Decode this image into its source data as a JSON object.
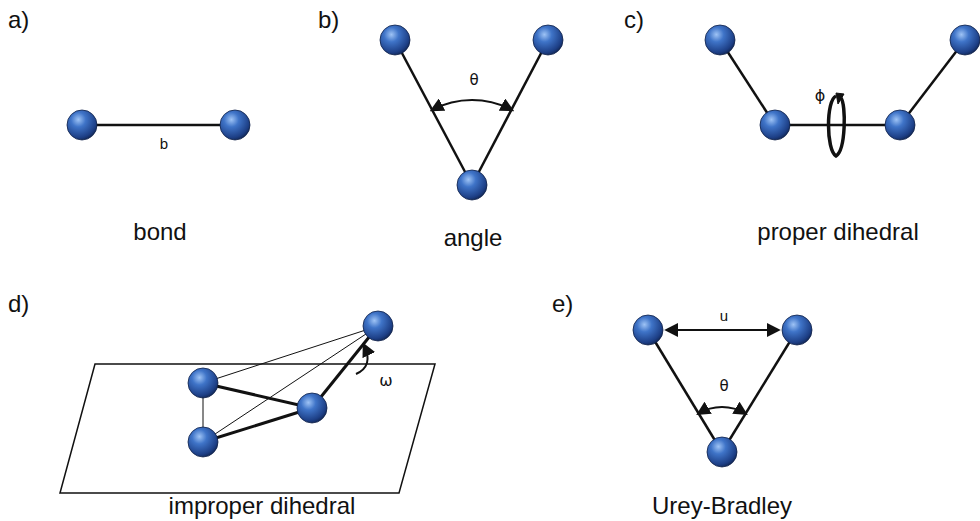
{
  "diagram": {
    "labels": [
      "a)",
      "b)",
      "c)",
      "d)",
      "e)",
      "b",
      "bond",
      "θ",
      "angle",
      "ϕ",
      "proper dihedral",
      "ω",
      "improper dihedral",
      "u",
      "θ",
      "Urey-Bradley"
    ]
  }
}
